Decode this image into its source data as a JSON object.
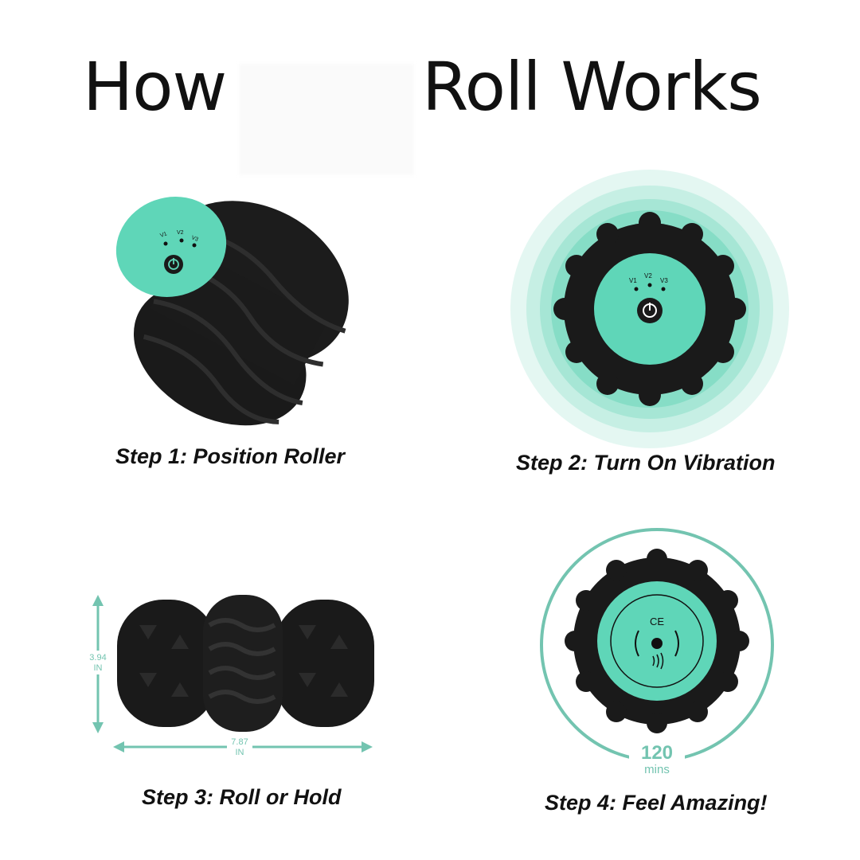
{
  "title": {
    "word_left": "How",
    "word_right": "Roll Works"
  },
  "steps": [
    {
      "label": "Step 1: Position Roller"
    },
    {
      "label": "Step 2: Turn On Vibration"
    },
    {
      "label": "Step 3: Roll or Hold"
    },
    {
      "label": "Step 4: Feel Amazing!"
    }
  ],
  "button_indicators": [
    "V1",
    "V2",
    "V3"
  ],
  "dimensions": {
    "height_value": "3.94",
    "height_unit": "IN",
    "width_value": "7.87",
    "width_unit": "IN"
  },
  "timer": {
    "value": "120",
    "unit": "mins"
  },
  "cert_mark": "CE",
  "colors": {
    "accent": "#5fd6b8",
    "roller": "#1a1a1a",
    "text": "#111111",
    "dim_line": "#73c4b0"
  },
  "icons": [
    "power-icon",
    "vibration-icon"
  ]
}
